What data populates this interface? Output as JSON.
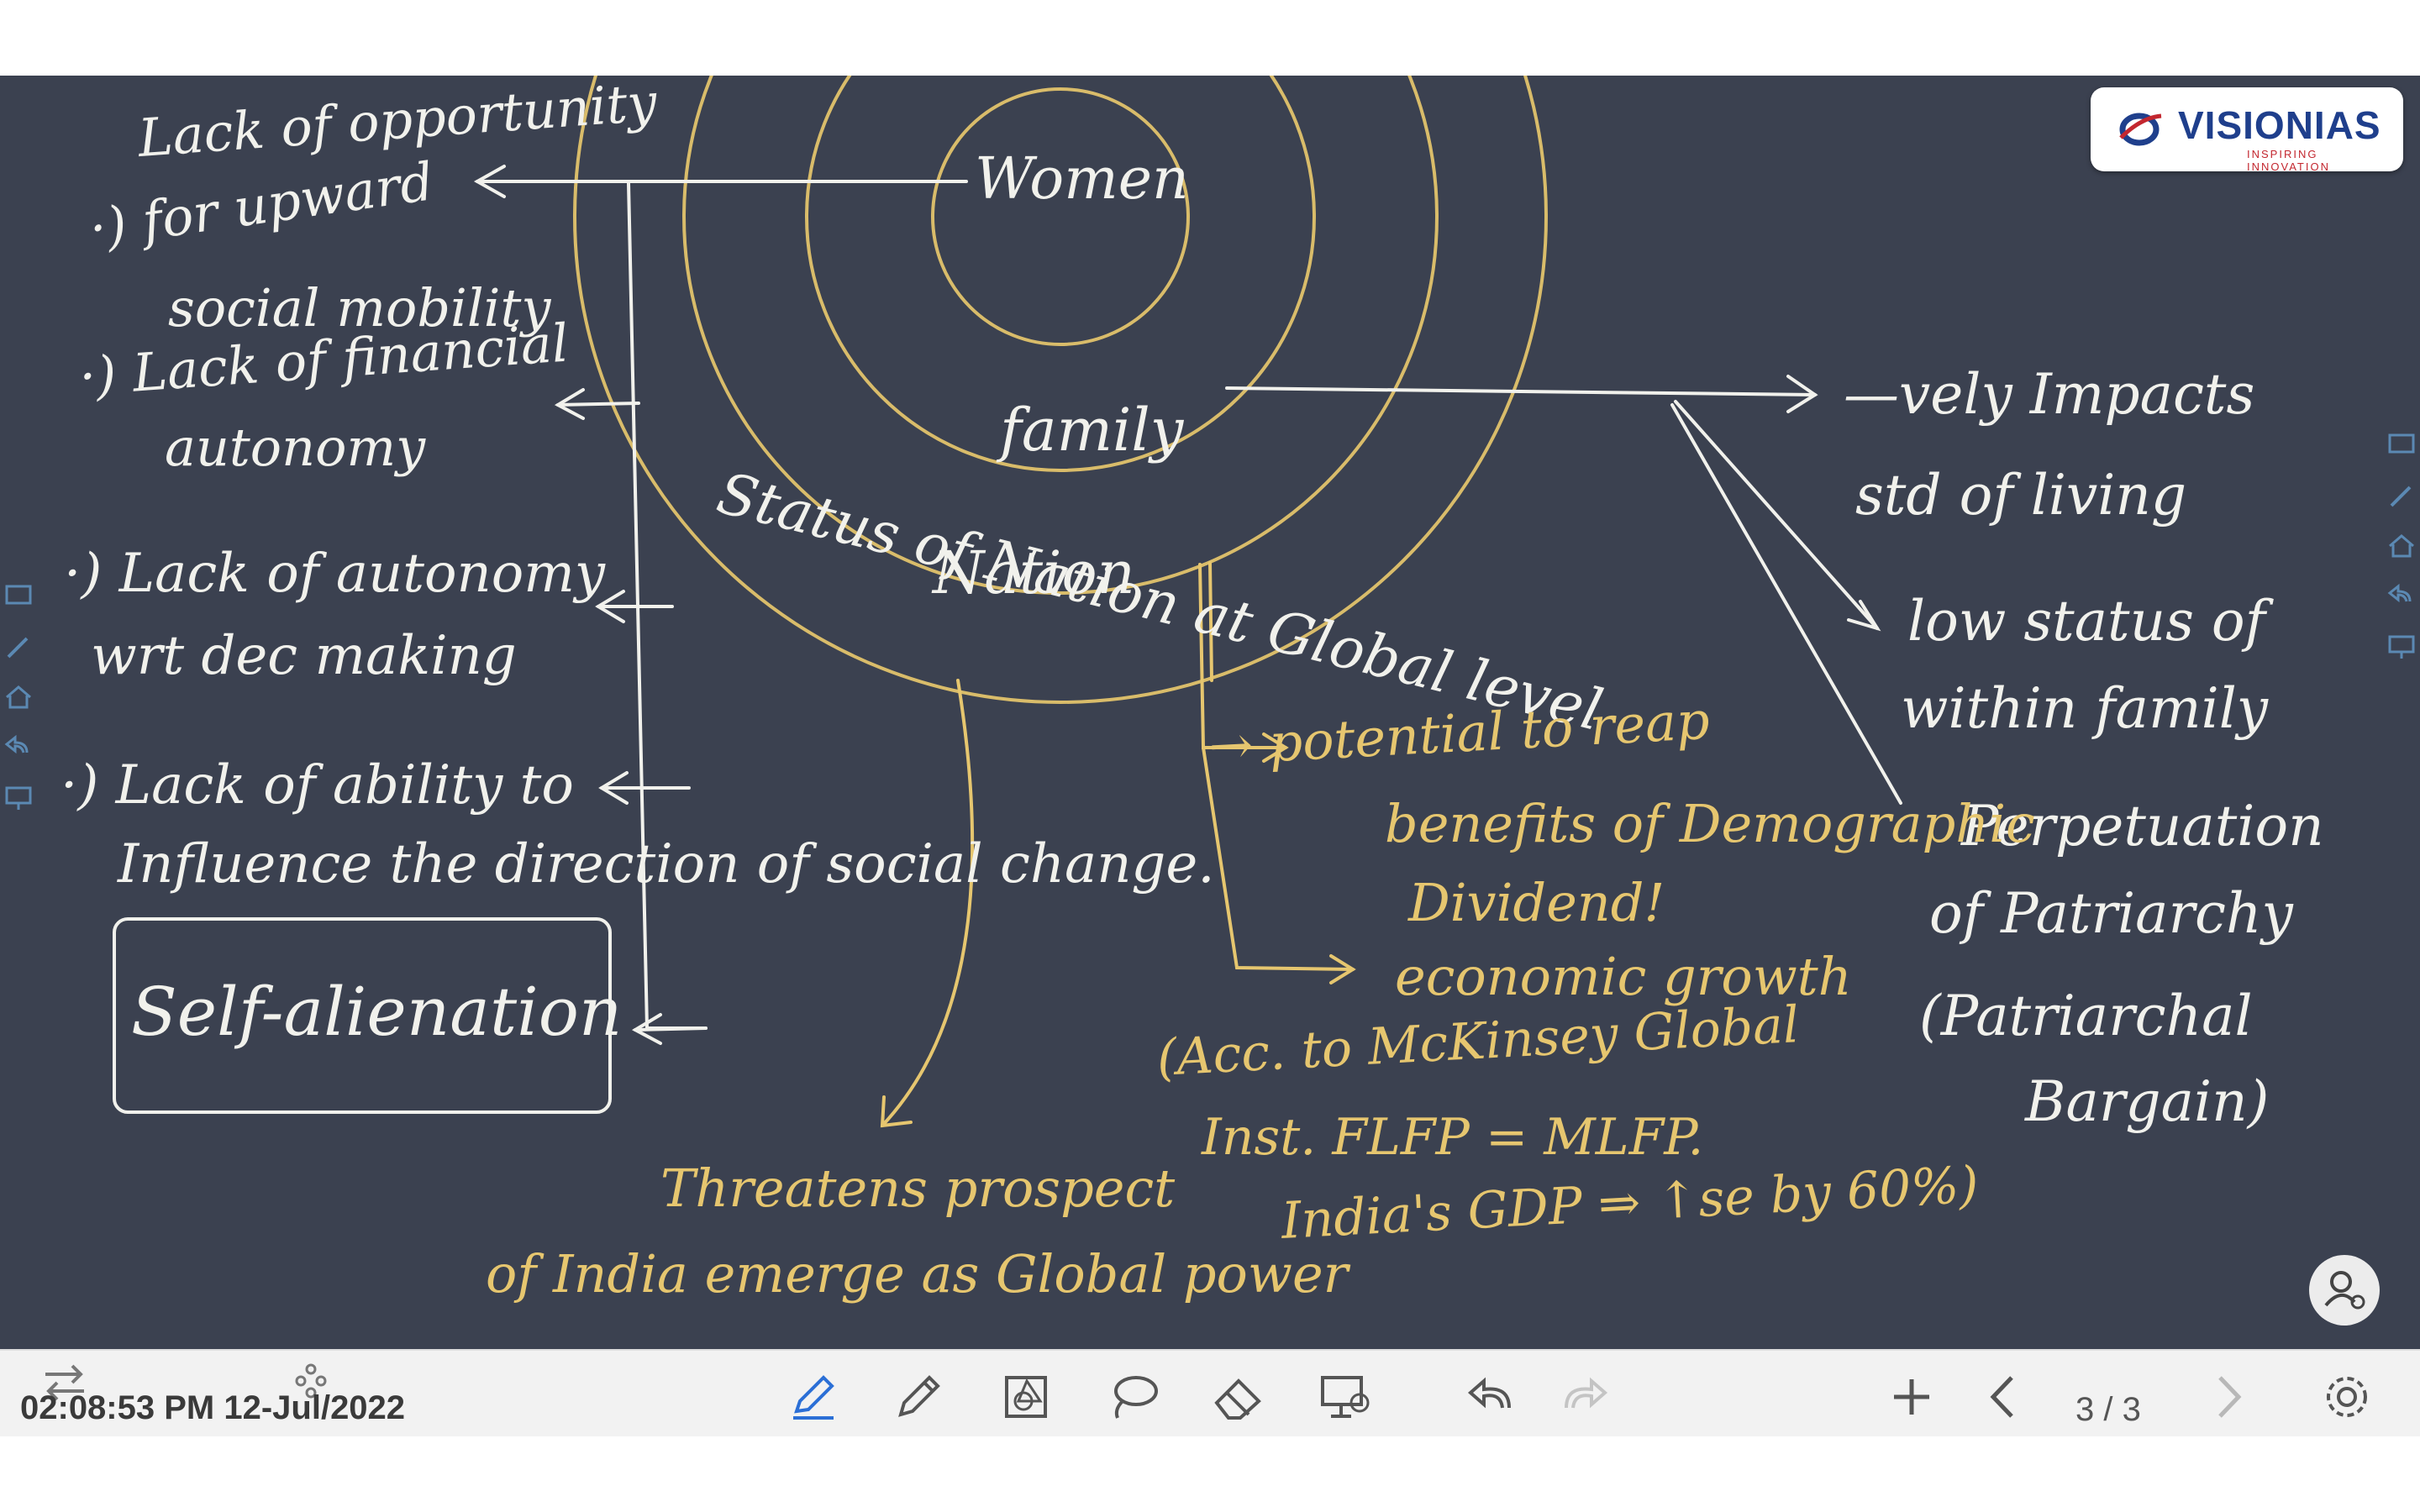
{
  "brand": {
    "name": "VISIONIAS",
    "tagline": "INSPIRING INNOVATION"
  },
  "board": {
    "circles": {
      "women": "Women",
      "family": "family",
      "nation": "Nation",
      "global": "Status of Nation at Global level"
    },
    "left_notes": {
      "lack_opportunity_1": "Lack of opportunity",
      "lack_opportunity_2": "·) for upward",
      "lack_opportunity_3": "social mobility",
      "financial_1": "·) Lack of financial",
      "financial_2": "autonomy",
      "autonomy_1": "·) Lack of autonomy",
      "autonomy_2": "wrt dec making",
      "ability_1": "·) Lack of ability to",
      "ability_2": "Influence the direction of social change.",
      "self_alienation": "Self-alienation"
    },
    "right_notes": {
      "impacts_1": "—vely Impacts",
      "impacts_2": "std of living",
      "status_1": "low status of",
      "status_2": "within family",
      "perpetuation_1": "Perpetuation",
      "perpetuation_2": "of Patriarchy",
      "perpetuation_3": "(Patriarchal",
      "perpetuation_4": "Bargain)"
    },
    "yellow_notes": {
      "potential_1": "→ potential to reap",
      "potential_2": "benefits of Demographic",
      "potential_3": "Dividend!",
      "growth": "economic growth",
      "mckinsey_1": "(Acc. to McKinsey Global",
      "mckinsey_2": "Inst. FLFP = MLFP.",
      "mckinsey_3": "India's GDP ⇒ ↑se by 60%)",
      "threatens_1": "Threatens prospect",
      "threatens_2": "of India emerge as Global power"
    },
    "ink_colors": {
      "board": "#3b4150",
      "white": "#f1f1ec",
      "yellow": "#e6c66f"
    }
  },
  "toolbar": {
    "timestamp": "02:08:53 PM 12-Jul/2022",
    "page": "3 / 3",
    "icons": [
      "pen-icon",
      "pencil-icon",
      "shape-icon",
      "lasso-icon",
      "eraser-icon",
      "screen-share-icon",
      "undo-icon",
      "redo-icon",
      "add-page-icon",
      "prev-page-icon",
      "next-page-icon",
      "settings-icon"
    ]
  }
}
